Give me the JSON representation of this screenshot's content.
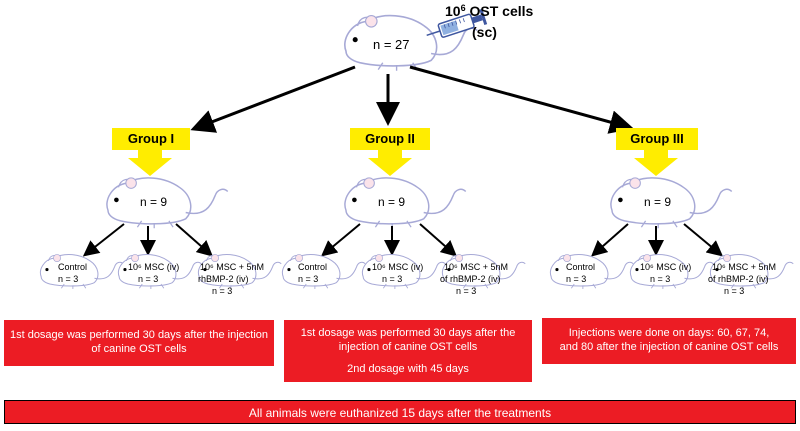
{
  "top": {
    "n_label": "n = 27",
    "cells_label_prefix": "10",
    "cells_label_sup": "6",
    "cells_label_suffix": " OST cells",
    "route_label": "(sc)"
  },
  "groups": [
    {
      "title": "Group I",
      "n_label": "n = 9",
      "subgroups": [
        {
          "line1": "Control",
          "line2": "n = 3"
        },
        {
          "line1": "10⁶ MSC (iv)",
          "line2": "n = 3"
        },
        {
          "line1": "10⁶ MSC + 5nM",
          "line2": "rhBMP-2 (iv)",
          "line3": "n = 3"
        }
      ],
      "note": [
        "1st dosage was performed 30 days after the injection",
        "of canine OST cells"
      ]
    },
    {
      "title": "Group II",
      "n_label": "n = 9",
      "subgroups": [
        {
          "line1": "Control",
          "line2": "n = 3"
        },
        {
          "line1": "10⁶ MSC (iv)",
          "line2": "n = 3"
        },
        {
          "line1": "10⁶ MSC + 5nM",
          "line2": "of rhBMP-2 (iv)",
          "line3": "n = 3"
        }
      ],
      "note": [
        "1st dosage was performed 30 days after the",
        "injection of canine OST cells",
        "",
        "2nd dosage with 45 days"
      ]
    },
    {
      "title": "Group III",
      "n_label": "n = 9",
      "subgroups": [
        {
          "line1": "Control",
          "line2": "n = 3"
        },
        {
          "line1": "10⁶ MSC (iv)",
          "line2": "n = 3"
        },
        {
          "line1": "10⁶ MSC + 5nM",
          "line2": "of rhBMP-2 (iv)",
          "line3": "n = 3"
        }
      ],
      "note": [
        "Injections were done on days: 60, 67, 74,",
        "and 80 after the injection of canine OST cells"
      ]
    }
  ],
  "footer": "All animals were euthanized 15 days after the treatments",
  "colors": {
    "red": "#ec1c24",
    "yellow": "#ffed00",
    "mouse_outline": "#a7a9d6",
    "mouse_fill": "#ffffff"
  }
}
